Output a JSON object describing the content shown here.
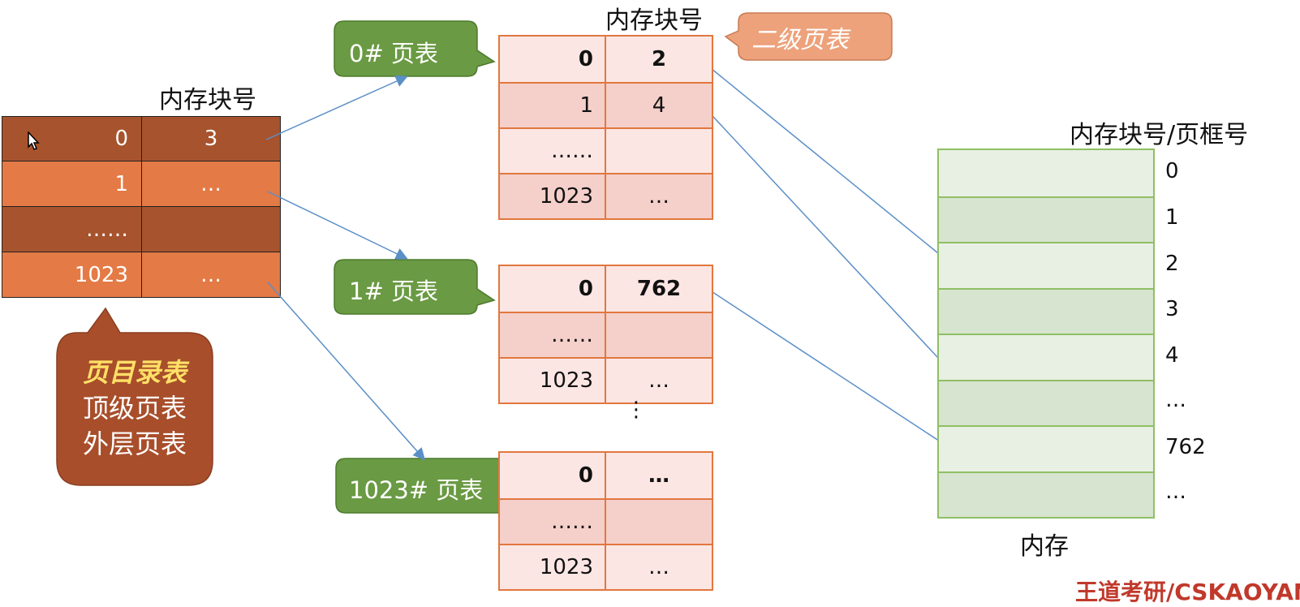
{
  "top_table": {
    "header": "内存块号",
    "rows": [
      {
        "index": "0",
        "value": "3"
      },
      {
        "index": "1",
        "value": "…"
      },
      {
        "index": "……",
        "value": ""
      },
      {
        "index": "1023",
        "value": "…"
      }
    ]
  },
  "directory_callout": {
    "line1": "页目录表",
    "line2": "顶级页表",
    "line3": "外层页表"
  },
  "second_level": {
    "header": "内存块号",
    "tag": "二级页表",
    "tables": [
      {
        "label": "0# 页表",
        "rows": [
          {
            "index": "0",
            "value": "2"
          },
          {
            "index": "1",
            "value": "4"
          },
          {
            "index": "……",
            "value": ""
          },
          {
            "index": "1023",
            "value": "…"
          }
        ]
      },
      {
        "label": "1# 页表",
        "rows": [
          {
            "index": "0",
            "value": "762"
          },
          {
            "index": "……",
            "value": ""
          },
          {
            "index": "1023",
            "value": "…"
          }
        ]
      },
      {
        "label": "1023# 页表",
        "rows": [
          {
            "index": "0",
            "value": "…"
          },
          {
            "index": "……",
            "value": ""
          },
          {
            "index": "1023",
            "value": "…"
          }
        ]
      }
    ],
    "ellipsis": "⋮"
  },
  "memory": {
    "header": "内存块号/页框号",
    "caption": "内存",
    "frames": [
      "0",
      "1",
      "2",
      "3",
      "4",
      "…",
      "762",
      "…"
    ]
  },
  "watermark": "王道考研/CSKAOYAN",
  "colors": {
    "dir_dark": "#a7532d",
    "dir_light": "#e47a45",
    "callout_green": "#6a9a43",
    "tag_orange": "#eda27b",
    "arrow": "#5b8fc7",
    "memory_border": "#8fbf65"
  }
}
